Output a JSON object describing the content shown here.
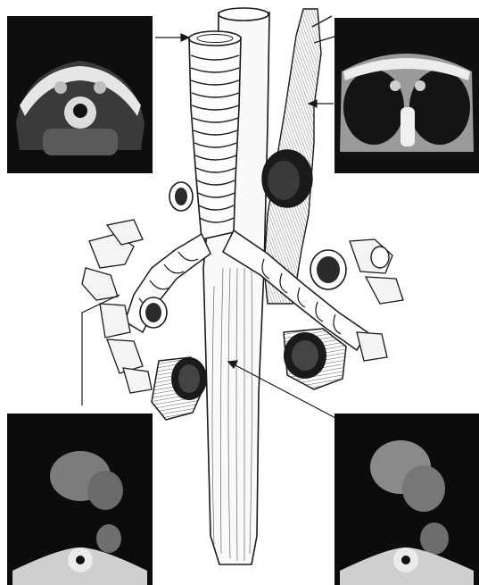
{
  "figure": {
    "description_visible_text": "",
    "panels": [
      {
        "id": "scan-top-left",
        "type": "axial CT thumbnail"
      },
      {
        "id": "scan-top-right",
        "type": "axial CT thumbnail"
      },
      {
        "id": "scan-bottom-left",
        "type": "axial CT thumbnail"
      },
      {
        "id": "scan-bottom-right",
        "type": "axial CT thumbnail"
      }
    ],
    "colors": {
      "background": "#ffffff",
      "scan_bg": "#0d0d0d",
      "ink": "#1a1a1a"
    }
  }
}
